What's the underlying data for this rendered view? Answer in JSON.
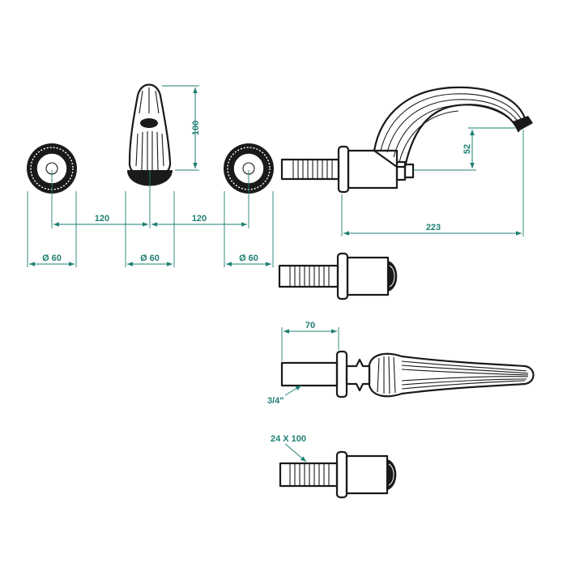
{
  "dimensions": {
    "spout_height": "100",
    "spacing_left": "120",
    "spacing_right": "120",
    "dia_left": "Ø 60",
    "dia_center": "Ø 60",
    "dia_right": "Ø 60",
    "spout_reach": "223",
    "spout_drop": "52",
    "shank_length": "70",
    "thread": "3/4\"",
    "tail": "24 X 100"
  },
  "colors": {
    "ink": "#1a1a1a",
    "dimension": "#1e7f73"
  }
}
